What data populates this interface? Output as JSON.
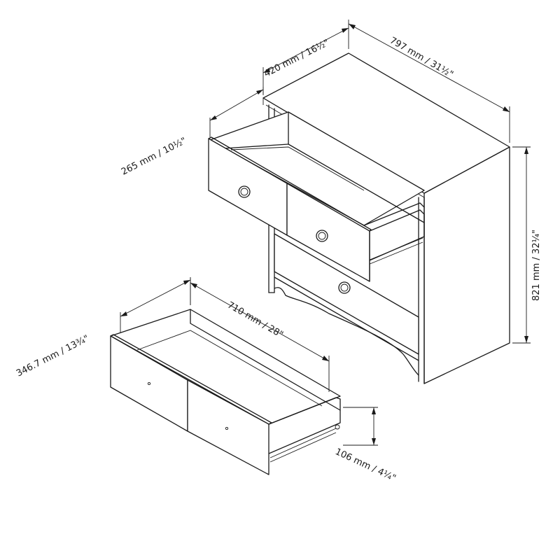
{
  "dimensions": {
    "width": "797 mm / 31½\"",
    "depth": "420 mm / 16½\"",
    "height": "821 mm / 32¼\"",
    "drawer_open": "265 mm / 10½\"",
    "drawer_width": "710 mm / 28\"",
    "drawer_depth": "346.7 mm / 13¾\"",
    "drawer_height": "106 mm / 4¼\""
  }
}
